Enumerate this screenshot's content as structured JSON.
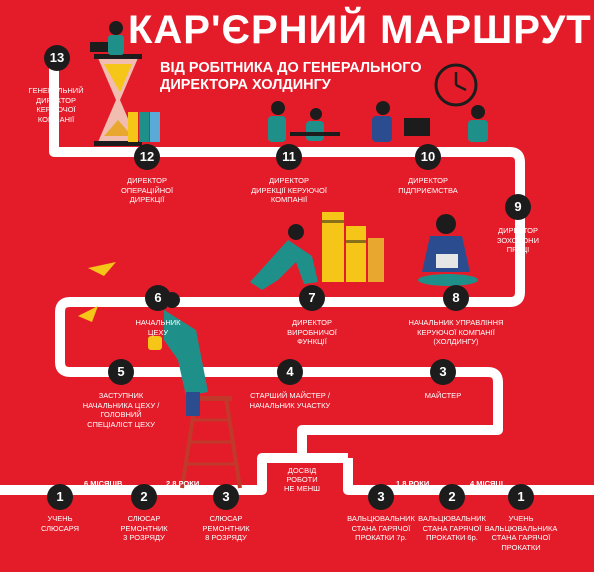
{
  "title": "КАР'ЄРНИЙ МАРШРУТ",
  "subtitle_line1": "ВІД РОБІТНИКА ДО ГЕНЕРАЛЬНОГО",
  "subtitle_line2": "ДИРЕКТОРА ХОЛДИНГУ",
  "colors": {
    "background": "#e41c2a",
    "path": "#ffffff",
    "node": "#1c1c1c",
    "accent_yellow": "#f5c518",
    "accent_teal": "#1f8f8a"
  },
  "left_track": [
    {
      "num": "1",
      "label": "УЧЕНЬ\nСЛЮСАРЯ"
    },
    {
      "num": "2",
      "label": "СЛЮСАР\nРЕМОНТНИК\n3 РОЗРЯДУ"
    },
    {
      "num": "3",
      "label": "СЛЮСАР\nРЕМОНТНИК\n8 РОЗРЯДУ"
    }
  ],
  "right_track": [
    {
      "num": "3",
      "label": "ВАЛЬЦЮВАЛЬНИК\nСТАНА ГАРЯЧОЇ\nПРОКАТКИ 7р."
    },
    {
      "num": "2",
      "label": "ВАЛЬЦЮВАЛЬНИК\nСТАНА ГАРЯЧОЇ\nПРОКАТКИ 6р."
    },
    {
      "num": "1",
      "label": "УЧЕНЬ\nВАЛЬЦЮВАЛЬНИКА\nСТАНА ГАРЯЧОЇ\nПРОКАТКИ"
    }
  ],
  "main_track": [
    {
      "num": "3",
      "label": "МАЙСТЕР"
    },
    {
      "num": "4",
      "label": "СТАРШИЙ МАЙСТЕР /\nНАЧАЛЬНИК УЧАСТКУ"
    },
    {
      "num": "5",
      "label": "ЗАСТУПНИК\nНАЧАЛЬНИКА ЦЕХУ /\nГОЛОВНИЙ\nСПЕЦІАЛІСТ ЦЕХУ"
    },
    {
      "num": "6",
      "label": "НАЧАЛЬНИК\nЦЕХУ"
    },
    {
      "num": "7",
      "label": "ДИРЕКТОР\nВИРОБНИЧОЇ\nФУНКЦІЇ"
    },
    {
      "num": "8",
      "label": "НАЧАЛЬНИК УПРАВЛІННЯ\nКЕРУЮЧОЇ КОМПАНІЇ\n(ХОЛДИНГУ)"
    },
    {
      "num": "9",
      "label": "ДИРЕКТОР\nЗОХОРОНИ\nПРАЦІ"
    },
    {
      "num": "10",
      "label": "ДИРЕКТОР\nПІДПРИЄМСТВА"
    },
    {
      "num": "11",
      "label": "ДИРЕКТОР\nДИРЕКЦІЇ КЕРУЮЧОЇ\nКОМПАНІЇ"
    },
    {
      "num": "12",
      "label": "ДИРЕКТОР\nОПЕРАЦІЙНОЇ\nДИРЕКЦІЇ"
    },
    {
      "num": "13",
      "label": "ГЕНЕРАЛЬНИЙ\nДИРЕКТОР\nКЕРУЮЧОЇ\nКОМПАНІЇ"
    }
  ],
  "durations": {
    "left_6m": "6 МІСЯЦІВ",
    "left_28y": "2,8 РОКИ",
    "center_exp": "ДОСВІД РОБОТИ\nНЕ МЕНШ",
    "right_18y": "1,8 РОКИ",
    "right_4m": "4 МІСЯЦІ"
  },
  "icons": [
    "hourglass-icon",
    "clock-icon",
    "folders-icon",
    "desk-worker-icon",
    "coin-stack-icon",
    "laptop-woman-icon",
    "paper-airplane-icon",
    "ladder-icon"
  ]
}
